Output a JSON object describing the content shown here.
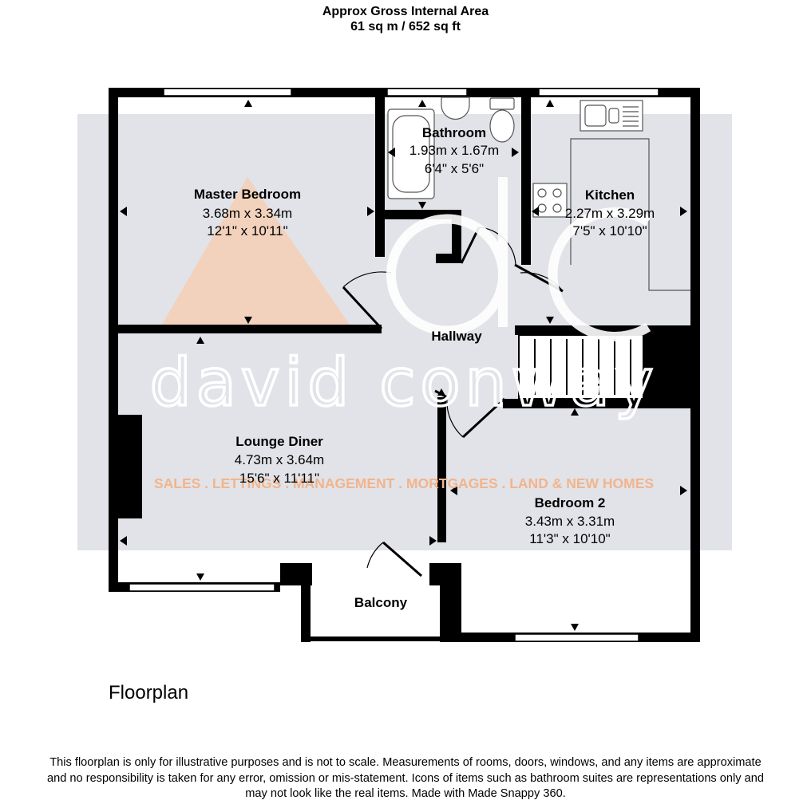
{
  "header": {
    "title": "Approx Gross Internal Area",
    "area": "61 sq m / 652 sq ft"
  },
  "rooms": {
    "master_bedroom": {
      "name": "Master Bedroom",
      "metric": "3.68m x 3.34m",
      "imperial": "12'1\" x 10'11\""
    },
    "bathroom": {
      "name": "Bathroom",
      "metric": "1.93m x 1.67m",
      "imperial": "6'4\" x 5'6\""
    },
    "kitchen": {
      "name": "Kitchen",
      "metric": "2.27m x 3.29m",
      "imperial": "7'5\" x 10'10\""
    },
    "hallway": {
      "name": "Hallway"
    },
    "lounge_diner": {
      "name": "Lounge Diner",
      "metric": "4.73m x 3.64m",
      "imperial": "15'6\" x 11'11\""
    },
    "bedroom_2": {
      "name": "Bedroom 2",
      "metric": "3.43m x 3.31m",
      "imperial": "11'3\" x 10'10\""
    },
    "balcony": {
      "name": "Balcony"
    }
  },
  "watermark": {
    "logo": "dc",
    "brand": "david conway",
    "tagline": "SALES . LETTINGS . MANAGEMENT . MORTGAGES . LAND & NEW HOMES",
    "colors": {
      "box": "#c9ccd6",
      "triangle": "#f5cfb4",
      "tagline": "#f2b48c",
      "logo": "#ffffff"
    }
  },
  "floorplan_label": "Floorplan",
  "disclaimer": {
    "line1": "This floorplan is only for illustrative purposes and is not to scale. Measurements of rooms, doors, windows, and any items are approximate",
    "line2": "and no responsibility is taken for any error, omission or mis-statement. Icons of items such as bathroom suites are representations only and",
    "line3": "may not look like the real items. Made with Made Snappy 360."
  }
}
